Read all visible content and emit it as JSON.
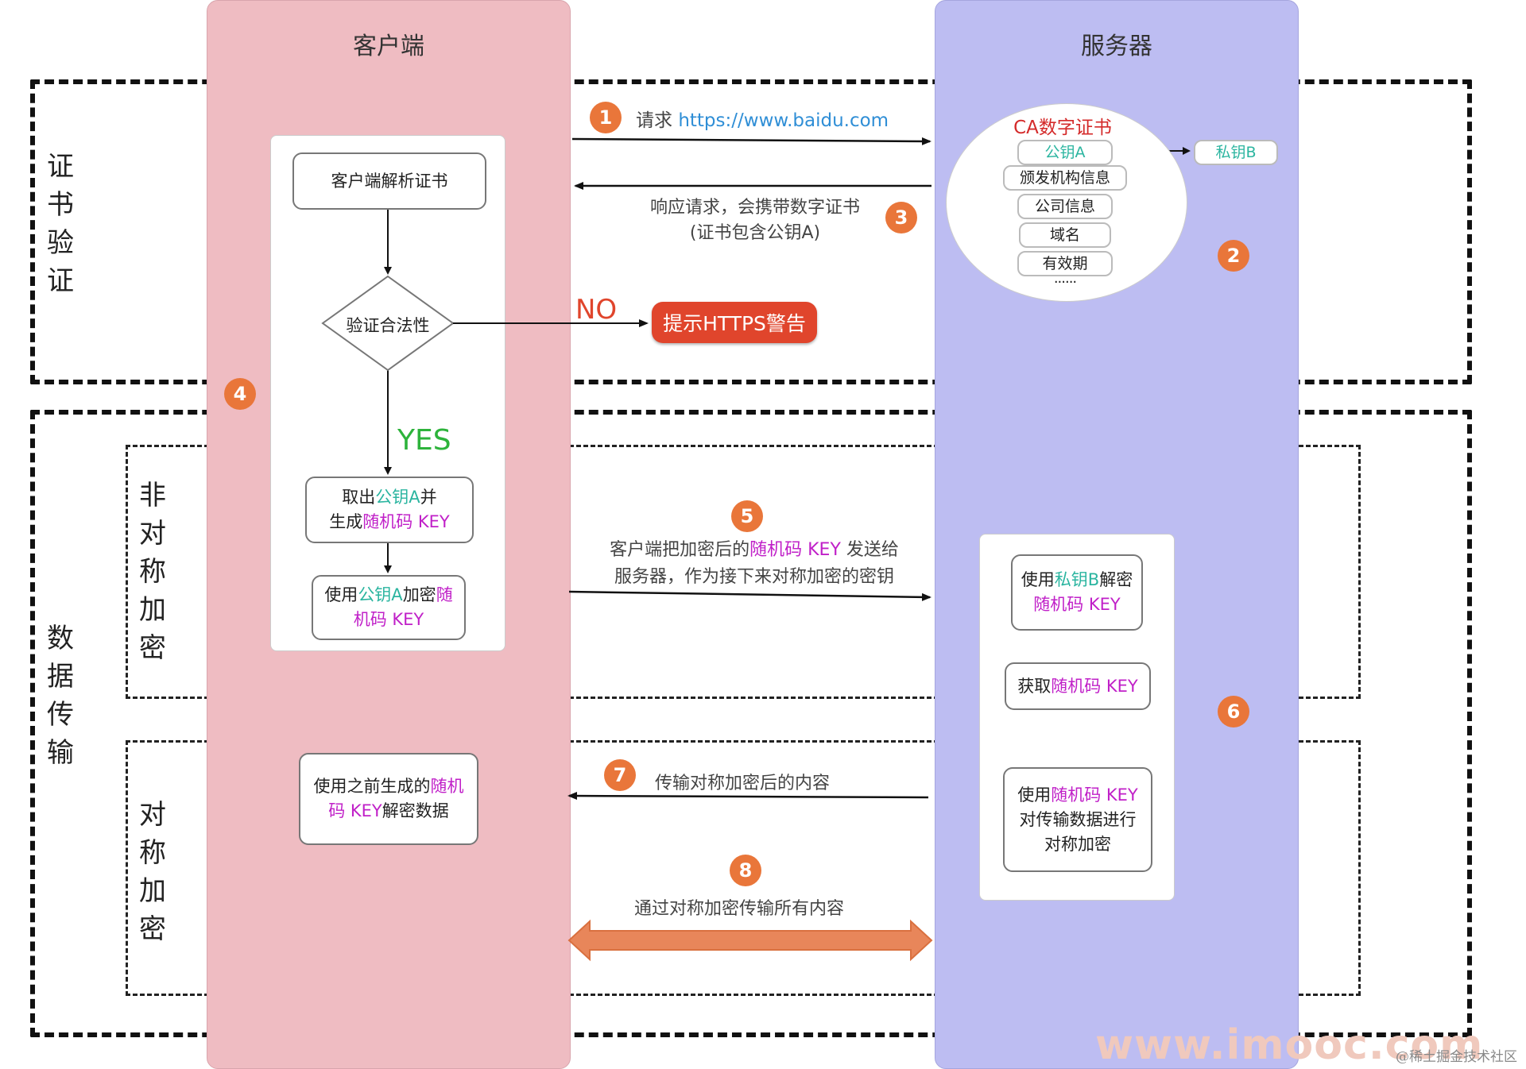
{
  "columns": {
    "client_title": "客户端",
    "server_title": "服务器"
  },
  "sections": {
    "cert_verification": "证书验证",
    "data_transfer": "数据传输",
    "asymmetric": "非对称加密",
    "symmetric": "对称加密"
  },
  "client_flow": {
    "parse_cert": "客户端解析证书",
    "verify": "验证合法性",
    "yes_label": "YES",
    "no_label": "NO",
    "warning": "提示HTTPS警告",
    "take_key": {
      "p1": "取出",
      "g": "公钥A",
      "p2": "并",
      "p3": "生成",
      "m": "随机码 KEY"
    },
    "encrypt_key": {
      "p1": "使用",
      "g": "公钥A",
      "p2": "加密",
      "m1": "随",
      "m2": "机码 KEY"
    },
    "decrypt_data": {
      "p1": "使用之前生成的",
      "m1": "随机",
      "m2": "码 KEY",
      "p2": "解密数据"
    }
  },
  "ca_certificate": {
    "title": "CA数字证书",
    "public_key": "公钥A",
    "private_key": "私钥B",
    "items": [
      "颁发机构信息",
      "公司信息",
      "域名",
      "有效期"
    ],
    "ellipsis": "......"
  },
  "server_flow": {
    "decrypt_key": {
      "p1": "使用",
      "g": "私钥B",
      "p2": "解密",
      "m": "随机码 KEY"
    },
    "get_key": {
      "p1": "获取",
      "m": "随机码 KEY"
    },
    "sym_encrypt": {
      "p1": "使用",
      "m": "随机码 KEY",
      "l2": "对传输数据进行",
      "l3": "对称加密"
    }
  },
  "steps": {
    "s1": {
      "num": "1",
      "prefix": "请求 ",
      "url": "https://www.baidu.com"
    },
    "s2": {
      "num": "2"
    },
    "s3": {
      "num": "3",
      "line1": "响应请求，会携带数字证书",
      "line2": "(证书包含公钥A)"
    },
    "s4": {
      "num": "4"
    },
    "s5": {
      "num": "5",
      "l1a": "客户端把加密后的",
      "l1m": "随机码 KEY",
      "l1b": " 发送给",
      "line2": "服务器，作为接下来对称加密的密钥"
    },
    "s6": {
      "num": "6"
    },
    "s7": {
      "num": "7",
      "text": "传输对称加密后的内容"
    },
    "s8": {
      "num": "8",
      "text": "通过对称加密传输所有内容"
    }
  },
  "colors": {
    "client": "#efbcc2",
    "server": "#bdbdf2",
    "badge": "#e9763a",
    "warning": "#e0452c",
    "public_key": "#2bb5a0",
    "random_key": "#c020c8",
    "yes": "#2db33b",
    "no": "#e0452c"
  },
  "watermark": "www.imooc.com",
  "credit": "@稀土掘金技术社区"
}
